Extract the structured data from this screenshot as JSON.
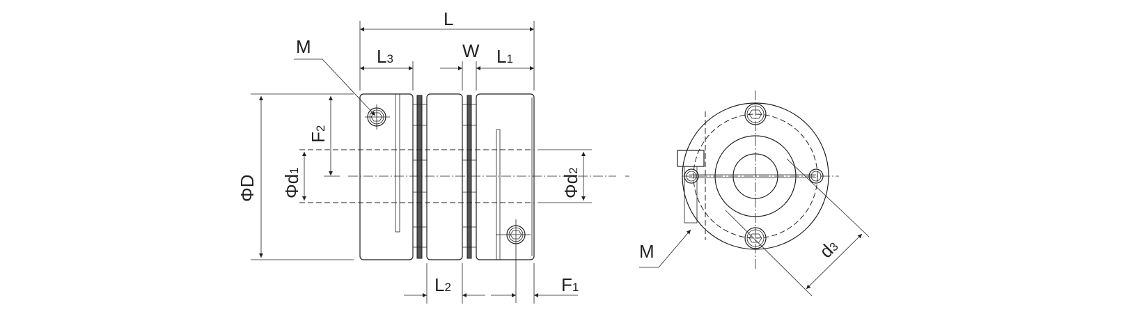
{
  "front_view": {
    "labels": {
      "L": "L",
      "M": "M",
      "L3": {
        "main": "L",
        "sub": "3"
      },
      "W": "W",
      "L1": {
        "main": "L",
        "sub": "1"
      },
      "F2": {
        "main": "F",
        "sub": "2"
      },
      "D": "ΦD",
      "d1": {
        "main": "Φd",
        "sub": "1"
      },
      "d2": {
        "main": "Φd",
        "sub": "2"
      },
      "L2": {
        "main": "L",
        "sub": "2"
      },
      "F1": {
        "main": "F",
        "sub": "1"
      }
    }
  },
  "side_view": {
    "labels": {
      "M": "M",
      "d3": {
        "main": "d",
        "sub": "3"
      }
    }
  }
}
